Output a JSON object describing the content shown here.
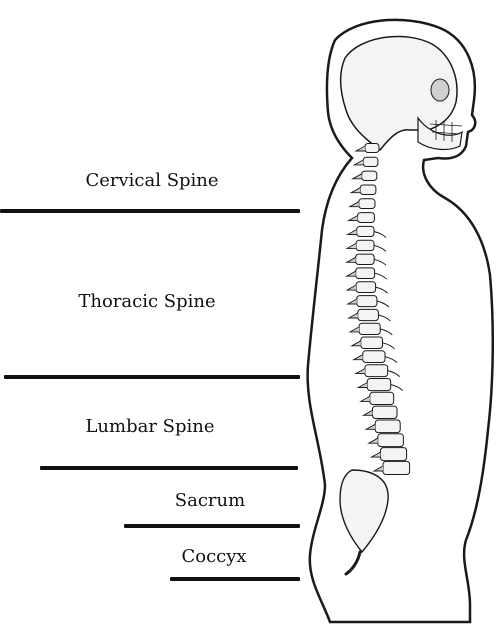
{
  "regions": [
    {
      "id": "cervical",
      "label": "Cervical Spine"
    },
    {
      "id": "thoracic",
      "label": "Thoracic Spine"
    },
    {
      "id": "lumbar",
      "label": "Lumbar Spine"
    },
    {
      "id": "sacrum",
      "label": "Sacrum"
    },
    {
      "id": "coccyx",
      "label": "Coccyx"
    }
  ],
  "colors": {
    "ink": "#111111",
    "body_outline": "#1a1a1a",
    "bone_fill": "#f4f4f2",
    "shade": "#cfcfcf"
  }
}
